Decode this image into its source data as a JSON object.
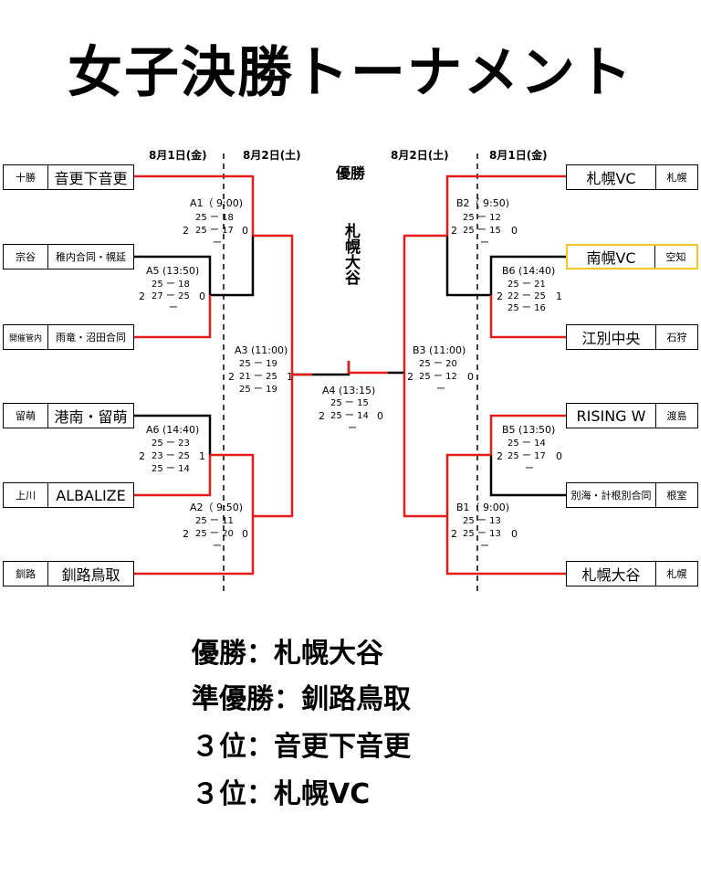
{
  "title": "女子決勝トーナメント",
  "dates": {
    "left_round1": "8月1日(金)",
    "left_round2": "8月2日(土)",
    "right_round2": "8月2日(土)",
    "right_round1": "8月1日(金)"
  },
  "winner_heading": "優勝",
  "champion_vertical": "札幌大谷",
  "left_teams": [
    {
      "region": "十勝",
      "name": "音更下音更"
    },
    {
      "region": "宗谷",
      "name": "稚内合同・幌延"
    },
    {
      "region": "開催管内",
      "name": "雨竜・沼田合同"
    },
    {
      "region": "留萌",
      "name": "港南・留萌"
    },
    {
      "region": "上川",
      "name": "ALBALIZE"
    },
    {
      "region": "釧路",
      "name": "釧路鳥取"
    }
  ],
  "right_teams": [
    {
      "region": "札幌",
      "name": "札幌VC"
    },
    {
      "region": "空知",
      "name": "南幌VC"
    },
    {
      "region": "石狩",
      "name": "江別中央"
    },
    {
      "region": "渡島",
      "name": "RISING  W"
    },
    {
      "region": "根室",
      "name": "別海・計根別合同"
    },
    {
      "region": "札幌",
      "name": "札幌大谷"
    }
  ],
  "matches": {
    "A1": {
      "label": "A1（ 9:00)",
      "top": "2",
      "bottom": "0",
      "sets": [
        "25 ー 18",
        "25 ー 17",
        "ー"
      ]
    },
    "A5": {
      "label": "A5 (13:50)",
      "top": "2",
      "bottom": "0",
      "sets": [
        "25 ー 18",
        "27 ー 25",
        "ー"
      ]
    },
    "A3": {
      "label": "A3 (11:00)",
      "top": "2",
      "bottom": "1",
      "sets": [
        "25 ー 19",
        "21 ー 25",
        "25 ー 19"
      ]
    },
    "A6": {
      "label": "A6 (14:40)",
      "top": "2",
      "bottom": "1",
      "sets": [
        "25 ー 23",
        "23 ー 25",
        "25 ー 14"
      ]
    },
    "A2": {
      "label": "A2（ 9:50)",
      "top": "2",
      "bottom": "0",
      "sets": [
        "25 ー 11",
        "25 ー 20",
        "ー"
      ]
    },
    "A4": {
      "label": "A4 (13:15)",
      "top": "2",
      "bottom": "0",
      "sets": [
        "25 ー 15",
        "25 ー 14",
        "ー"
      ]
    },
    "B2": {
      "label": "B2（ 9:50)",
      "top": "2",
      "bottom": "0",
      "sets": [
        "25 ー 12",
        "25 ー 15",
        "ー"
      ]
    },
    "B6": {
      "label": "B6 (14:40)",
      "top": "2",
      "bottom": "1",
      "sets": [
        "25 ー 21",
        "22 ー 25",
        "25 ー 16"
      ]
    },
    "B3": {
      "label": "B3 (11:00)",
      "top": "2",
      "bottom": "0",
      "sets": [
        "25 ー 20",
        "25 ー 12",
        "ー"
      ]
    },
    "B5": {
      "label": "B5 (13:50)",
      "top": "2",
      "bottom": "0",
      "sets": [
        "25 ー 14",
        "25 ー 17",
        "ー"
      ]
    },
    "B1": {
      "label": "B1（ 9:00)",
      "top": "2",
      "bottom": "0",
      "sets": [
        "25 ー 13",
        "25 ー 13",
        "ー"
      ]
    }
  },
  "results": {
    "champion": "優勝：札幌大谷",
    "runner_up": "準優勝：釧路鳥取",
    "third_1": "３位：音更下音更",
    "third_2": "３位：札幌VC"
  },
  "colors": {
    "winner_line": "#e31b1b",
    "normal_line": "#000000",
    "highlight_border": "#f3c623"
  }
}
